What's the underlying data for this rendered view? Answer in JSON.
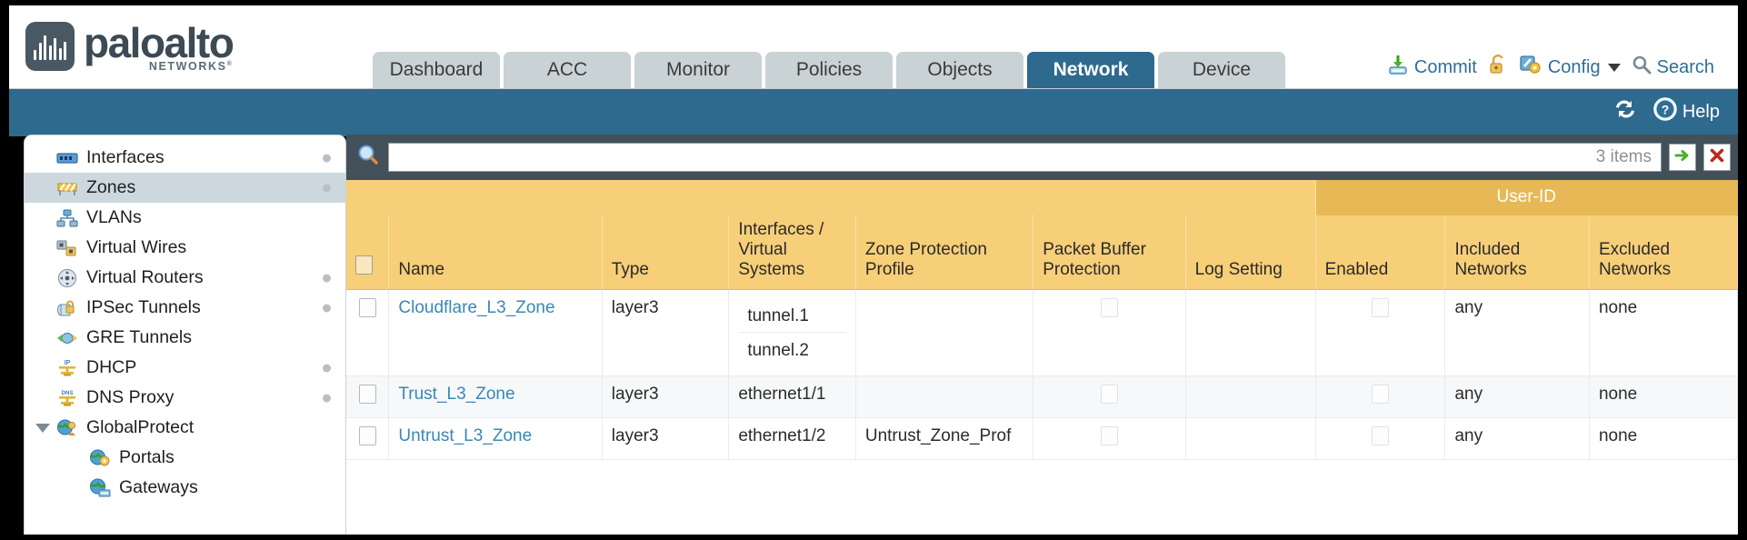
{
  "brand": {
    "name": "paloalto",
    "tagline": "NETWORKS",
    "registered": "®"
  },
  "tabs": [
    {
      "label": "Dashboard",
      "active": false
    },
    {
      "label": "ACC",
      "active": false
    },
    {
      "label": "Monitor",
      "active": false
    },
    {
      "label": "Policies",
      "active": false
    },
    {
      "label": "Objects",
      "active": false
    },
    {
      "label": "Network",
      "active": true
    },
    {
      "label": "Device",
      "active": false
    }
  ],
  "header_actions": {
    "commit": "Commit",
    "config": "Config",
    "search": "Search",
    "lock_icon": "unlocked-padlock-icon",
    "commit_icon": "commit-disk-icon",
    "config_icon": "config-wrench-icon",
    "search_icon": "search-magnifier-icon"
  },
  "band": {
    "refresh_icon": "refresh-icon",
    "help_label": "Help",
    "help_icon": "help-question-icon"
  },
  "sidebar": {
    "items": [
      {
        "label": "Interfaces",
        "icon": "interfaces-icon",
        "selected": false,
        "dot": true,
        "child": false,
        "twisty": false
      },
      {
        "label": "Zones",
        "icon": "zones-icon",
        "selected": true,
        "dot": true,
        "child": false,
        "twisty": false
      },
      {
        "label": "VLANs",
        "icon": "vlans-icon",
        "selected": false,
        "dot": false,
        "child": false,
        "twisty": false
      },
      {
        "label": "Virtual Wires",
        "icon": "virtual-wires-icon",
        "selected": false,
        "dot": false,
        "child": false,
        "twisty": false
      },
      {
        "label": "Virtual Routers",
        "icon": "virtual-routers-icon",
        "selected": false,
        "dot": true,
        "child": false,
        "twisty": false
      },
      {
        "label": "IPSec Tunnels",
        "icon": "ipsec-tunnels-icon",
        "selected": false,
        "dot": true,
        "child": false,
        "twisty": false
      },
      {
        "label": "GRE Tunnels",
        "icon": "gre-tunnels-icon",
        "selected": false,
        "dot": false,
        "child": false,
        "twisty": false
      },
      {
        "label": "DHCP",
        "icon": "dhcp-icon",
        "selected": false,
        "dot": true,
        "child": false,
        "twisty": false
      },
      {
        "label": "DNS Proxy",
        "icon": "dns-proxy-icon",
        "selected": false,
        "dot": true,
        "child": false,
        "twisty": false
      },
      {
        "label": "GlobalProtect",
        "icon": "globalprotect-icon",
        "selected": false,
        "dot": false,
        "child": false,
        "twisty": true
      },
      {
        "label": "Portals",
        "icon": "portals-icon",
        "selected": false,
        "dot": false,
        "child": true,
        "twisty": false
      },
      {
        "label": "Gateways",
        "icon": "gateways-icon",
        "selected": false,
        "dot": false,
        "child": true,
        "twisty": false
      }
    ]
  },
  "filter": {
    "value": "",
    "placeholder": "",
    "item_count": "3 items",
    "apply_icon": "green-arrow-apply-icon",
    "clear_icon": "red-x-clear-icon",
    "search_icon": "filter-magnifier-icon"
  },
  "table": {
    "group_header": "User-ID",
    "columns": [
      "Name",
      "Type",
      "Interfaces / Virtual Systems",
      "Zone Protection Profile",
      "Packet Buffer Protection",
      "Log Setting",
      "Enabled",
      "Included Networks",
      "Excluded Networks"
    ],
    "rows": [
      {
        "name": "Cloudflare_L3_Zone",
        "type": "layer3",
        "interfaces": [
          "tunnel.1",
          "tunnel.2"
        ],
        "zone_protection_profile": "",
        "packet_buffer_protection": false,
        "log_setting": "",
        "enabled": false,
        "included_networks": "any",
        "excluded_networks": "none"
      },
      {
        "name": "Trust_L3_Zone",
        "type": "layer3",
        "interfaces": [
          "ethernet1/1"
        ],
        "zone_protection_profile": "",
        "packet_buffer_protection": false,
        "log_setting": "",
        "enabled": false,
        "included_networks": "any",
        "excluded_networks": "none"
      },
      {
        "name": "Untrust_L3_Zone",
        "type": "layer3",
        "interfaces": [
          "ethernet1/2"
        ],
        "zone_protection_profile": "Untrust_Zone_Prof",
        "packet_buffer_protection": false,
        "log_setting": "",
        "enabled": false,
        "included_networks": "any",
        "excluded_networks": "none"
      }
    ]
  },
  "colors": {
    "brand_dark": "#3c4a54",
    "band_blue": "#2e6a8e",
    "table_header": "#f7cf79",
    "group_header": "#e7b956",
    "filter_bar": "#435059",
    "link": "#3a87b5"
  }
}
